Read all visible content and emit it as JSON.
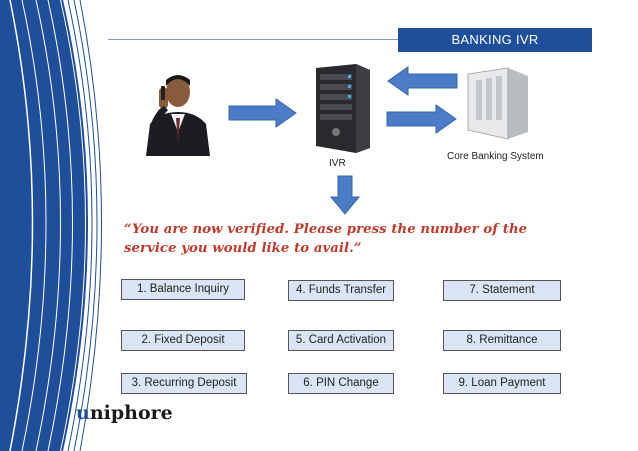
{
  "header": {
    "title": "BANKING IVR"
  },
  "diagram": {
    "ivr_label": "IVR",
    "core_label": "Core Banking System"
  },
  "prompt": "“You are now verified. Please press the number of the service you would like to avail.”",
  "menu": [
    {
      "label": "1. Balance Inquiry"
    },
    {
      "label": "4. Funds Transfer"
    },
    {
      "label": "7. Statement"
    },
    {
      "label": "2. Fixed Deposit"
    },
    {
      "label": "5. Card Activation"
    },
    {
      "label": "8. Remittance"
    },
    {
      "label": "3. Recurring Deposit"
    },
    {
      "label": "6. PIN Change"
    },
    {
      "label": "9. Loan Payment"
    }
  ],
  "logo": {
    "text_u": "u",
    "text_rest": "niphore"
  },
  "colors": {
    "brand_blue": "#1f4e9a",
    "arrow_blue": "#4a7cc7",
    "prompt_red": "#c0392b",
    "button_fill": "#d9e4f4"
  }
}
